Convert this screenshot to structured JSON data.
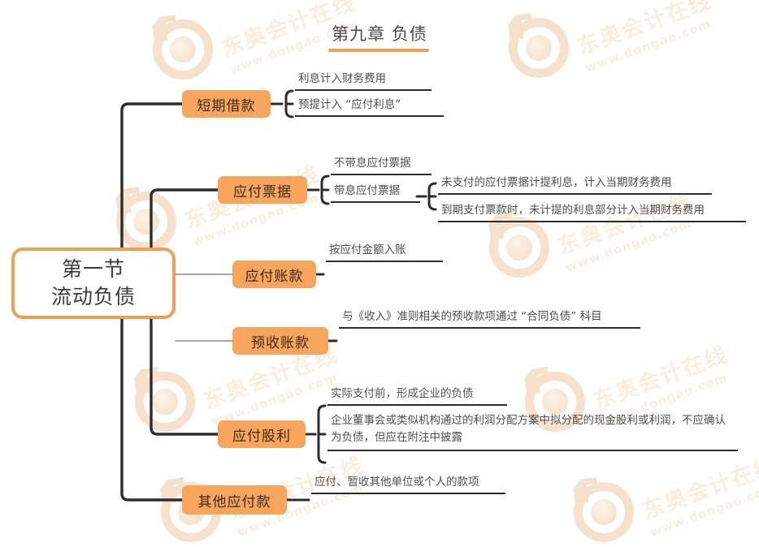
{
  "header": {
    "title": "第九章 负债",
    "accent_color": "#f0a055"
  },
  "colors": {
    "branch_fill": "#f7a55c",
    "root_border": "#f0a055",
    "connector": "#2c2c2c",
    "leaf_text": "#4d4d4d",
    "watermark": "#fbeedd"
  },
  "watermark": {
    "line1": "东奥会计在线",
    "line2": "www.dongao.com"
  },
  "mindmap": {
    "root": {
      "line1": "第一节",
      "line2": "流动负债"
    },
    "branches": [
      {
        "label": "短期借款",
        "children": [
          {
            "text": "利息计入财务费用"
          },
          {
            "text": "预提计入 “应付利息”"
          }
        ]
      },
      {
        "label": "应付票据",
        "children": [
          {
            "text": "不带息应付票据"
          },
          {
            "text": "带息应付票据",
            "children": [
              {
                "text": "未支付的应付票据计提利息，计入当期财务费用"
              },
              {
                "text": "到期支付票款时，未计提的利息部分计入当期财务费用"
              }
            ]
          }
        ]
      },
      {
        "label": "应付账款",
        "children": [
          {
            "text": "按应付金额入账"
          }
        ]
      },
      {
        "label": "预收账款",
        "children": [
          {
            "text": "与《收入》准则相关的预收款项通过 “合同负债” 科目"
          }
        ]
      },
      {
        "label": "应付股利",
        "children": [
          {
            "text": "实际支付前，形成企业的负债"
          },
          {
            "text": "企业董事会或类似机构通过的利润分配方案中拟分配的现金股利或利润，不应确认为负债，但应在附注中披露"
          }
        ]
      },
      {
        "label": "其他应付款",
        "children": [
          {
            "text": "应付、暂收其他单位或个人的款项"
          }
        ]
      }
    ]
  }
}
